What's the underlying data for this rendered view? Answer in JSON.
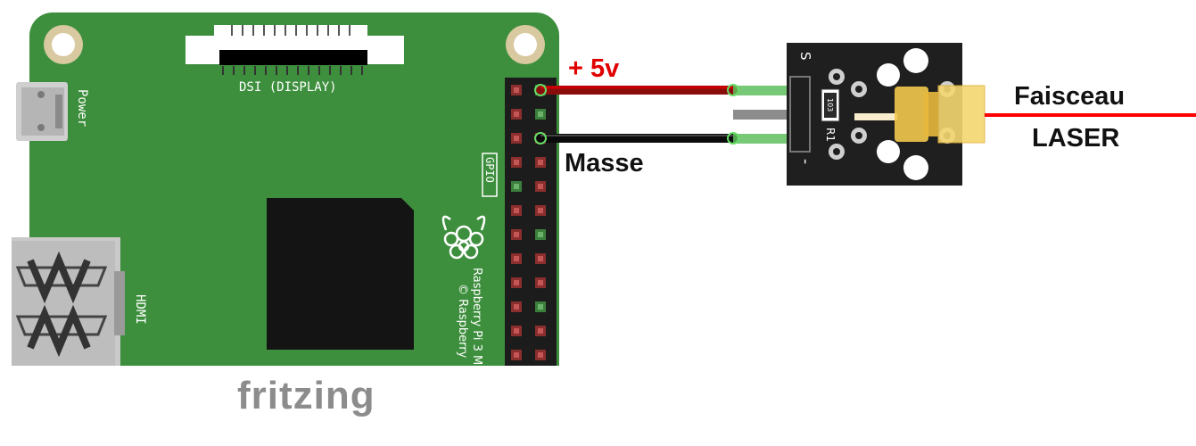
{
  "board": {
    "display_label": "DSI (DISPLAY)",
    "power_label": "Power",
    "hdmi_label": "HDMI",
    "gpio_label": "GPIO",
    "model_label_1": "Raspberry Pi 3 M",
    "model_label_2": "© Raspberry"
  },
  "wires": {
    "vcc_label": "+ 5v",
    "gnd_label": "Masse",
    "vcc_color": "#cc0000",
    "gnd_color": "#111111"
  },
  "module": {
    "pin_s_label": "S",
    "pin_minus_label": "-",
    "resistor_label": "R1",
    "resistor_value": "103"
  },
  "laser": {
    "line1": "Faisceau",
    "line2": "LASER",
    "beam_color": "#ff0000"
  },
  "footer": {
    "brand": "fritzing"
  },
  "colors": {
    "board_green": "#3d8f3d",
    "board_dark": "#2e7a2e",
    "chip_black": "#141414",
    "module_black": "#1f1f1f",
    "laser_gold": "#f2c94c"
  }
}
